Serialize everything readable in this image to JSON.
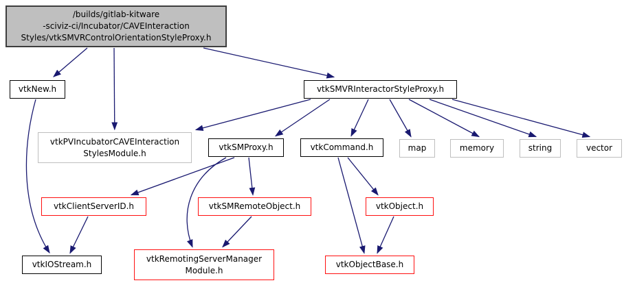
{
  "graph": {
    "type": "include-dependency-graph",
    "colors": {
      "edge": "#191970",
      "main_node_fill": "#bfbfbf",
      "main_node_border": "#3d3d3d",
      "node_border": "#000000",
      "node_fill": "#ffffff",
      "truncated_node_border": "#ff0f0f",
      "external_node_border": "#bebebe",
      "text": "#000000",
      "background": "#ffffff"
    },
    "nodes": {
      "main": {
        "label": "/builds/gitlab-kitware\n-sciviz-ci/Incubator/CAVEInteraction\nStyles/vtkSMVRControlOrientationStyleProxy.h"
      },
      "vtknew": {
        "label": "vtkNew.h"
      },
      "styleproxy": {
        "label": "vtkSMVRInteractorStyleProxy.h"
      },
      "module": {
        "label": "vtkPVIncubatorCAVEInteraction\nStylesModule.h"
      },
      "smproxy": {
        "label": "vtkSMProxy.h"
      },
      "command": {
        "label": "vtkCommand.h"
      },
      "map": {
        "label": "map"
      },
      "memory": {
        "label": "memory"
      },
      "string": {
        "label": "string"
      },
      "vector": {
        "label": "vector"
      },
      "clientserverid": {
        "label": "vtkClientServerID.h"
      },
      "smremoteobject": {
        "label": "vtkSMRemoteObject.h"
      },
      "object": {
        "label": "vtkObject.h"
      },
      "iostream": {
        "label": "vtkIOStream.h"
      },
      "remotingmodule": {
        "label": "vtkRemotingServerManager\nModule.h"
      },
      "objectbase": {
        "label": "vtkObjectBase.h"
      }
    },
    "edges": [
      {
        "from": "main",
        "to": "vtknew"
      },
      {
        "from": "main",
        "to": "module"
      },
      {
        "from": "main",
        "to": "styleproxy"
      },
      {
        "from": "styleproxy",
        "to": "module"
      },
      {
        "from": "styleproxy",
        "to": "smproxy"
      },
      {
        "from": "styleproxy",
        "to": "command"
      },
      {
        "from": "styleproxy",
        "to": "map"
      },
      {
        "from": "styleproxy",
        "to": "memory"
      },
      {
        "from": "styleproxy",
        "to": "string"
      },
      {
        "from": "styleproxy",
        "to": "vector"
      },
      {
        "from": "vtknew",
        "to": "iostream"
      },
      {
        "from": "smproxy",
        "to": "clientserverid"
      },
      {
        "from": "smproxy",
        "to": "smremoteobject"
      },
      {
        "from": "smproxy",
        "to": "remotingmodule"
      },
      {
        "from": "clientserverid",
        "to": "iostream"
      },
      {
        "from": "smremoteobject",
        "to": "remotingmodule"
      },
      {
        "from": "command",
        "to": "object"
      },
      {
        "from": "command",
        "to": "objectbase"
      },
      {
        "from": "object",
        "to": "objectbase"
      }
    ]
  }
}
